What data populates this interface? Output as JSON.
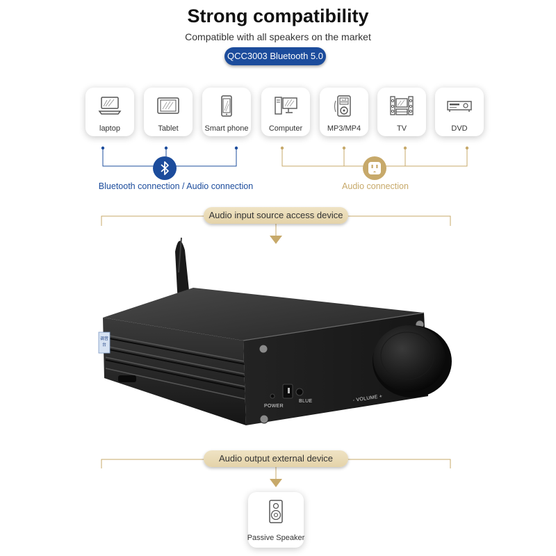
{
  "header": {
    "title": "Strong compatibility",
    "subtitle": "Compatible with all speakers on the market",
    "badge": "QCC3003 Bluetooth 5.0"
  },
  "devices": {
    "bluetooth": [
      {
        "label": "laptop",
        "icon": "laptop-icon"
      },
      {
        "label": "Tablet",
        "icon": "tablet-icon"
      },
      {
        "label": "Smart phone",
        "icon": "smartphone-icon"
      }
    ],
    "wired": [
      {
        "label": "Computer",
        "icon": "computer-icon"
      },
      {
        "label": "MP3/MP4",
        "icon": "mp3-player-icon"
      },
      {
        "label": "TV",
        "icon": "tv-icon"
      },
      {
        "label": "DVD",
        "icon": "dvd-player-icon"
      }
    ]
  },
  "connections": {
    "bluetooth_label": "Bluetooth connection / Audio connection",
    "audio_label": "Audio connection",
    "bluetooth_color": "#1c4c9c",
    "audio_color": "#c7a96a"
  },
  "sections": {
    "input_label": "Audio input source access device",
    "output_label": "Audio output external device"
  },
  "amplifier": {
    "side_label_line1": "调音",
    "side_label_line2": "台",
    "power_label": "POWER",
    "blue_label": "BLUE",
    "volume_label": "- VOLUME +"
  },
  "output_device": {
    "label": "Passive Speaker",
    "icon": "speaker-icon"
  }
}
